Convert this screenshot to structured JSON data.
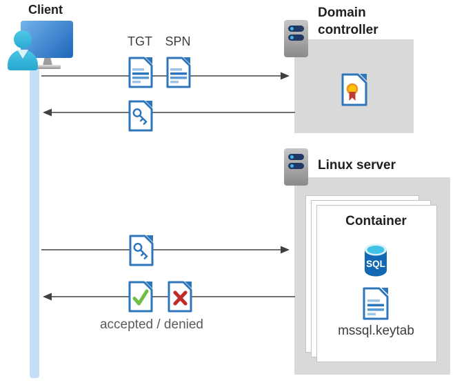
{
  "client": {
    "label": "Client"
  },
  "domain_controller": {
    "label": "Domain controller"
  },
  "linux_server": {
    "label": "Linux server"
  },
  "container": {
    "label": "Container",
    "keytab_file": "mssql.keytab"
  },
  "flow_labels": {
    "tgt": "TGT",
    "spn": "SPN",
    "accepted_denied": "accepted / denied",
    "sql_badge": "SQL"
  },
  "icons": {
    "client": "person-at-monitor-icon",
    "server": "server-icon",
    "ticket_document": "document-icon",
    "key_document": "key-document-icon",
    "certificate": "certificate-document-icon",
    "accepted": "check-document-icon",
    "denied": "x-document-icon",
    "database": "sql-database-icon"
  },
  "colors": {
    "doc_blue": "#2E76BC",
    "doc_line_light": "#9DC3E6",
    "doc_line_mid": "#5B9BD5",
    "arrow": "#404040",
    "gray_box": "#D9D9D9",
    "timeline_blue": "#C5DDF7",
    "check_green": "#6FBE44",
    "cross_red": "#C02B2B",
    "cert_yellow": "#FFC107",
    "cert_orange": "#ED9121",
    "ribbon_red": "#C23B33",
    "sql_body": "#1268B2",
    "sql_top_rim": "#D5F1F9",
    "sql_top": "#41C2E6",
    "server_pill": "#1F3864",
    "server_dot": "#45B5E8",
    "heading": "#1F1F1F",
    "muted_text": "#595959"
  }
}
